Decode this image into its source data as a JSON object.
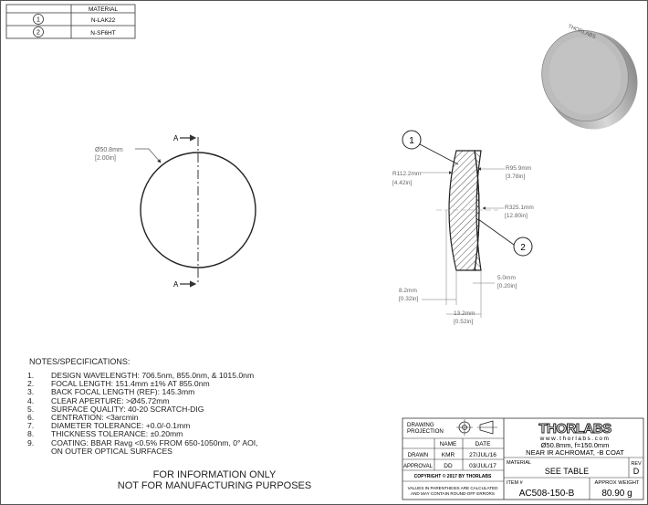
{
  "material_table": {
    "header": "MATERIAL",
    "rows": [
      {
        "item": "1",
        "material": "N-LAK22"
      },
      {
        "item": "2",
        "material": "N-SF6HT"
      }
    ]
  },
  "front_view": {
    "diameter_mm": "Ø50.8mm",
    "diameter_in": "[2.00in]",
    "section_mark_top": "A",
    "section_mark_bottom": "A"
  },
  "section_view": {
    "balloon_1": "1",
    "balloon_2": "2",
    "r1_mm": "R112.2mm",
    "r1_in": "[4.42in]",
    "r2_mm": "R95.9mm",
    "r2_in": "[3.78in]",
    "r3_mm": "R325.1mm",
    "r3_in": "[12.80in]",
    "edge_mm": "5.0mm",
    "edge_in": "[0.20in]",
    "left_mm": "8.2mm",
    "left_in": "[0.32in]",
    "thick_mm": "13.2mm",
    "thick_in": "[0.52in]"
  },
  "lens_image": {
    "engraving": "THORLABS"
  },
  "notes": {
    "title": "NOTES/SPECIFICATIONS:",
    "items": [
      {
        "num": "1.",
        "text": "DESIGN WAVELENGTH: 706.5nm, 855.0nm, & 1015.0nm"
      },
      {
        "num": "2.",
        "text": "FOCAL LENGTH: 151.4mm ±1% AT 855.0nm"
      },
      {
        "num": "3.",
        "text": "BACK FOCAL LENGTH (REF): 145.3mm"
      },
      {
        "num": "4.",
        "text": "CLEAR APERTURE: >Ø45.72mm"
      },
      {
        "num": "5.",
        "text": "SURFACE QUALITY: 40-20 SCRATCH-DIG"
      },
      {
        "num": "6.",
        "text": "CENTRATION: <3arcmin"
      },
      {
        "num": "7.",
        "text": "DIAMETER TOLERANCE: +0.0/-0.1mm"
      },
      {
        "num": "8.",
        "text": "THICKNESS TOLERANCE: ±0.20mm"
      },
      {
        "num": "9.",
        "text": "COATING: BBAR Ravg <0.5% FROM 650-1050nm, 0° AOI,"
      }
    ],
    "continuation": "ON OUTER OPTICAL SURFACES"
  },
  "info": {
    "line1": "FOR INFORMATION ONLY",
    "line2": "NOT FOR MANUFACTURING PURPOSES"
  },
  "title_block": {
    "drawing_projection": "DRAWING",
    "drawing_projection_2": "PROJECTION",
    "logo": "THORLABS",
    "website": "www.thorlabs.com",
    "desc_line1": "Ø50.8mm, f=150.0mm",
    "desc_line2": "NEAR IR ACHROMAT, -B COAT",
    "name_header": "NAME",
    "date_header": "DATE",
    "drawn_label": "DRAWN",
    "drawn_name": "KMR",
    "drawn_date": "27/JUL/16",
    "approval_label": "APPROVAL",
    "approval_name": "DD",
    "approval_date": "03/JUL/17",
    "material_label": "MATERIAL",
    "material_value": "SEE TABLE",
    "rev_label": "REV",
    "rev_value": "D",
    "copyright": "COPYRIGHT © 2017 BY THORLABS",
    "disclaimer_1": "VALUES IN PARENTHESIS ARE CALCULATED",
    "disclaimer_2": "AND MAY CONTAIN ROUND-OFF ERRORS",
    "item_label": "ITEM #",
    "item_value": "AC508-150-B",
    "weight_label": "APPROX WEIGHT",
    "weight_value": "80.90 g"
  }
}
